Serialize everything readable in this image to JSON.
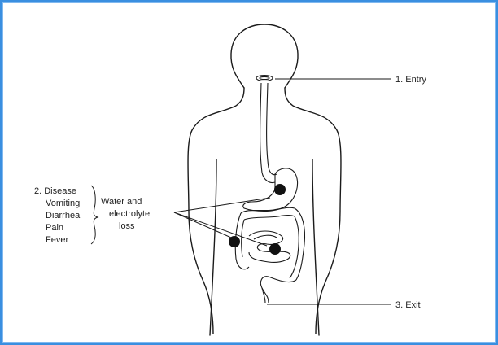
{
  "labels": {
    "entry": "1. Entry",
    "disease_title": "2. Disease",
    "symptoms": [
      "Vomiting",
      "Diarrhea",
      "Pain",
      "Fever"
    ],
    "water_line1": "Water and",
    "water_line2": "electrolyte",
    "water_line3": "loss",
    "exit": "3. Exit"
  },
  "colors": {
    "frame": "#3a8fe0",
    "ink": "#1a1a1a"
  }
}
